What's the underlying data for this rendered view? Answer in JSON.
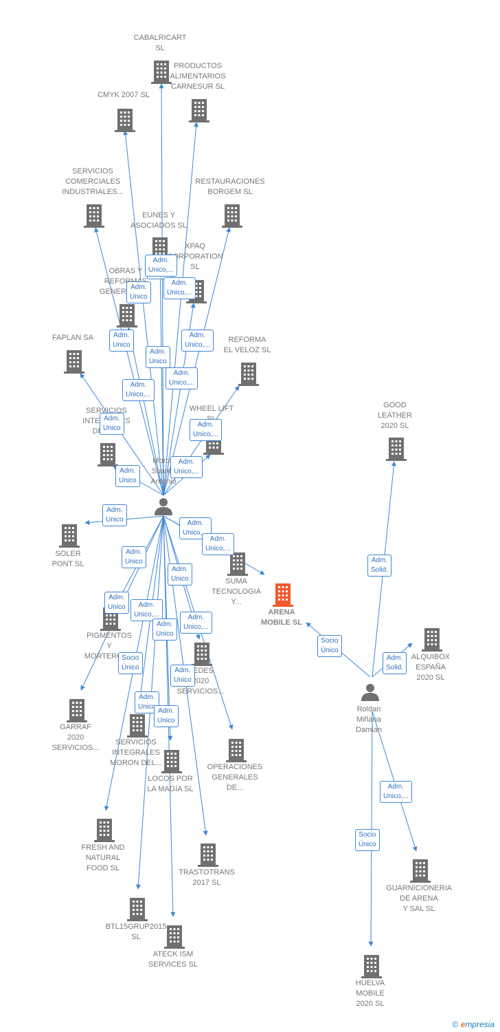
{
  "colors": {
    "edge": "#3d86d8",
    "node": "#707070",
    "focus": "#f05a2c",
    "label": "#777777"
  },
  "brand": {
    "symbol": "©",
    "first_letter": "e",
    "rest": "mpresia"
  },
  "persons": [
    {
      "id": "moron",
      "label": "Moron\nSuarez\nAntonio"
    },
    {
      "id": "roldan",
      "label": "Roldan\nMiñana\nDamian"
    }
  ],
  "companies": [
    {
      "id": "arena",
      "label": "ARENA\nMOBILE  SL",
      "focus": true
    },
    {
      "id": "cabalricart",
      "label": "CABALRICART\nSL"
    },
    {
      "id": "productos",
      "label": "PRODUCTOS\nALIMENTARIOS\nCARNESUR  SL"
    },
    {
      "id": "cmyk",
      "label": "CMYK 2007  SL"
    },
    {
      "id": "servcom",
      "label": "SERVICIOS\nCOMERCIALES\nINDUSTRIALES..."
    },
    {
      "id": "restaur",
      "label": "RESTAURACIONES\nBORGEM  SL"
    },
    {
      "id": "eunes",
      "label": "EUNES Y\nASOCIADOS SL"
    },
    {
      "id": "xpaq",
      "label": "XPAQ\nCORPORATION\nSL"
    },
    {
      "id": "obras",
      "label": "OBRAS Y\nREFORMAS\nGENERALES..."
    },
    {
      "id": "faplan",
      "label": "FAPLAN SA"
    },
    {
      "id": "reforma",
      "label": "REFORMA\nEL VELOZ  SL"
    },
    {
      "id": "servint",
      "label": "SERVICIOS\nINTEGRALES\nDE LA..."
    },
    {
      "id": "wheel",
      "label": "WHEEL LIFT\nSL"
    },
    {
      "id": "soler",
      "label": "SOLER\nPONT SL"
    },
    {
      "id": "suma",
      "label": "SUMA\nTECNOLOGIA\nY..."
    },
    {
      "id": "pigmentos",
      "label": "PIGMENTOS\nY\nMORTEROS..."
    },
    {
      "id": "redes",
      "label": "REDES\n2020\nSERVICIOS..."
    },
    {
      "id": "garraf",
      "label": "GARRAF\n2020\nSERVICIOS..."
    },
    {
      "id": "servmoron",
      "label": "SERVICIOS\nINTEGRALES\nMORON DEL..."
    },
    {
      "id": "locos",
      "label": "LOCOS POR\nLA MAGIA SL"
    },
    {
      "id": "operaciones",
      "label": "OPERACIONES\nGENERALES\nDE..."
    },
    {
      "id": "fresh",
      "label": "FRESH AND\nNATURAL\nFOOD  SL"
    },
    {
      "id": "trastotrans",
      "label": "TRASTOTRANS\n2017  SL"
    },
    {
      "id": "btl",
      "label": "BTL15GRUP2015\nSL"
    },
    {
      "id": "ateck",
      "label": "ATECK ISM\nSERVICES  SL"
    },
    {
      "id": "good",
      "label": "GOOD\nLEATHER\n2020  SL"
    },
    {
      "id": "alquibox",
      "label": "ALQUIBOX\nESPAÑA\n2020  SL"
    },
    {
      "id": "guarni",
      "label": "GUARNICIONERIA\nDE ARENA\nY SAL  SL"
    },
    {
      "id": "huelva",
      "label": "HUELVA\nMOBILE\n2020  SL"
    }
  ],
  "relations": [
    {
      "from": "moron",
      "to": "cabalricart",
      "label": ""
    },
    {
      "from": "moron",
      "to": "productos",
      "label": ""
    },
    {
      "from": "moron",
      "to": "cmyk",
      "label": ""
    },
    {
      "from": "moron",
      "to": "servcom",
      "label": ""
    },
    {
      "from": "moron",
      "to": "restaur",
      "label": ""
    },
    {
      "from": "moron",
      "to": "eunes",
      "label": "Socio\nÚnico"
    },
    {
      "from": "moron",
      "to": "xpaq",
      "label": "Adm.\nUnico,..."
    },
    {
      "from": "moron",
      "to": "obras",
      "label": "Adm.\nUnico"
    },
    {
      "from": "moron",
      "to": "faplan",
      "label": "Adm.\nUnico"
    },
    {
      "from": "moron",
      "to": "reforma",
      "label": "Adm.\nUnico,..."
    },
    {
      "from": "moron",
      "to": "servint",
      "label": "Adm.\nUnico"
    },
    {
      "from": "moron",
      "to": "wheel",
      "label": "Adm.\nUnico,..."
    },
    {
      "from": "moron",
      "to": "soler",
      "label": "Adm.\nUnico"
    },
    {
      "from": "moron",
      "to": "suma",
      "label": "Adm.\nUnico,..."
    },
    {
      "from": "moron",
      "to": "arena",
      "label": "Adm.\nUnico,..."
    },
    {
      "from": "moron",
      "to": "pigmentos",
      "label": "Adm.\nUnico"
    },
    {
      "from": "moron",
      "to": "redes",
      "label": "Adm.\nUnico"
    },
    {
      "from": "moron",
      "to": "garraf",
      "label": "Adm.\nUnico"
    },
    {
      "from": "moron",
      "to": "servmoron",
      "label": "Adm.\nUnico,..."
    },
    {
      "from": "moron",
      "to": "locos",
      "label": "Adm.\nUnico"
    },
    {
      "from": "moron",
      "to": "operaciones",
      "label": "Adm.\nUnico,..."
    },
    {
      "from": "moron",
      "to": "fresh",
      "label": "Socio\nÚnico"
    },
    {
      "from": "moron",
      "to": "trastotrans",
      "label": "Adm.\nUnico"
    },
    {
      "from": "moron",
      "to": "btl",
      "label": "Adm.\nUnico"
    },
    {
      "from": "moron",
      "to": "ateck",
      "label": "Adm.\nUnico"
    },
    {
      "from": "roldan",
      "to": "arena",
      "label": "Socio\nÚnico"
    },
    {
      "from": "roldan",
      "to": "good",
      "label": "Adm.\nSolid."
    },
    {
      "from": "roldan",
      "to": "alquibox",
      "label": "Adm.\nSolid."
    },
    {
      "from": "roldan",
      "to": "guarni",
      "label": "Adm.\nUnico,..."
    },
    {
      "from": "roldan",
      "to": "huelva",
      "label": "Socio\nÚnico"
    }
  ],
  "extra_tags": [
    "Adm.\nUnico,...",
    "Adm.\nUnico",
    "Adm.\nUnico",
    "Adm.\nUnico,...",
    "Adm.\nUnico,...",
    "Adm.\nUnico,..."
  ]
}
